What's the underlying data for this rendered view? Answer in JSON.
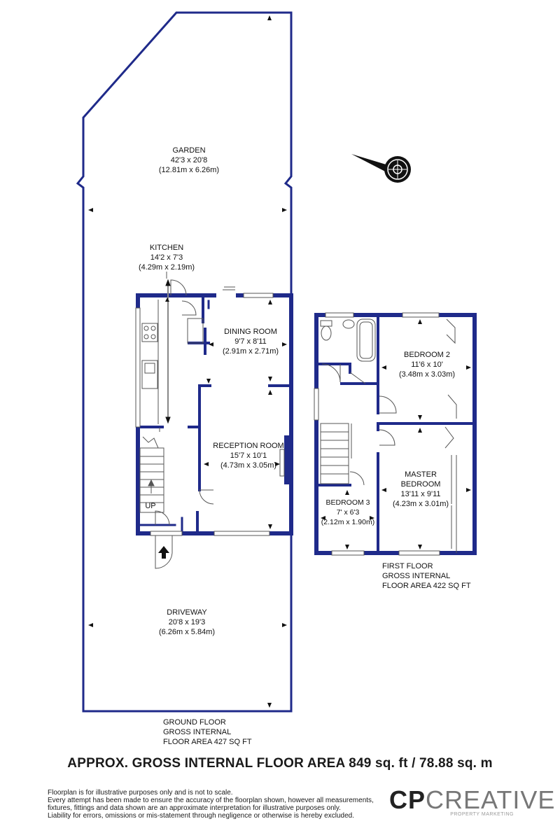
{
  "rooms": {
    "garden": {
      "name": "GARDEN",
      "imperial": "42'3 x 20'8",
      "metric": "(12.81m x 6.26m)"
    },
    "kitchen": {
      "name": "KITCHEN",
      "imperial": "14'2 x 7'3",
      "metric": "(4.29m x 2.19m)"
    },
    "dining": {
      "name": "DINING ROOM",
      "imperial": "9'7 x 8'11",
      "metric": "(2.91m x 2.71m)"
    },
    "reception": {
      "name": "RECEPTION ROOM",
      "imperial": "15'7 x 10'1",
      "metric": "(4.73m x 3.05m)"
    },
    "driveway": {
      "name": "DRIVEWAY",
      "imperial": "20'8 x 19'3",
      "metric": "(6.26m x 5.84m)"
    },
    "bedroom2": {
      "name": "BEDROOM 2",
      "imperial": "11'6 x 10'",
      "metric": "(3.48m x 3.03m)"
    },
    "master": {
      "name1": "MASTER",
      "name2": "BEDROOM",
      "imperial": "13'11 x 9'11",
      "metric": "(4.23m x 3.01m)"
    },
    "bedroom3": {
      "name": "BEDROOM 3",
      "imperial": "7' x 6'3",
      "metric": "(2.12m x 1.90m)"
    }
  },
  "stairs_label": "UP",
  "ground_floor": {
    "line1": "GROUND FLOOR",
    "line2": "GROSS INTERNAL",
    "line3": "FLOOR AREA 427 SQ FT"
  },
  "first_floor": {
    "line1": "FIRST FLOOR",
    "line2": "GROSS INTERNAL",
    "line3": "FLOOR AREA 422 SQ FT"
  },
  "total_area": "APPROX. GROSS INTERNAL FLOOR AREA 849 sq. ft / 78.88 sq. m",
  "disclaimer": [
    "Floorplan is for illustrative purposes only and is not to scale.",
    "Every attempt has been made to ensure the accuracy of the floorplan shown, however all measurements,",
    "fixtures, fittings and data shown are an approximate interpretation for illustrative purposes only.",
    "Liability for errors, omissions or mis-statement through negligence or otherwise is hereby excluded."
  ],
  "logo": {
    "cp": "CP",
    "creative": "CREATIVE",
    "tagline": "PROPERTY MARKETING"
  },
  "colors": {
    "wall": "#1f2a8a",
    "boundary": "#1f2a8a",
    "text": "#111111"
  },
  "icons": {
    "compass": "compass-icon",
    "entrance": "entrance-arrow-icon"
  }
}
